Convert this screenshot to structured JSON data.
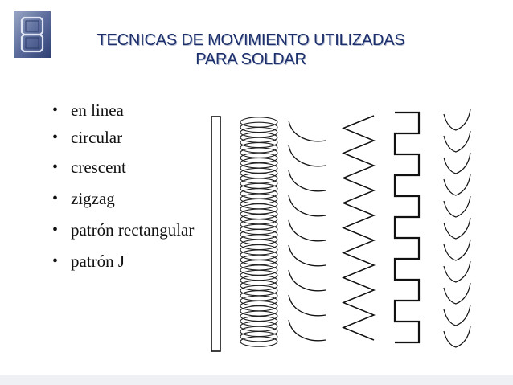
{
  "slide": {
    "title_line1": "TECNICAS DE MOVIMIENTO UTILIZADAS",
    "title_line2": "PARA SOLDAR",
    "bullets": [
      "en linea",
      "circular",
      "crescent",
      "zigzag",
      "patrón rectangular",
      "patrón J"
    ],
    "logo_icon": "segment-digit-8-icon",
    "illustration_icons": [
      "straight-line-pattern-icon",
      "circular-pattern-icon",
      "crescent-pattern-icon",
      "zigzag-pattern-icon",
      "rectangular-pattern-icon",
      "j-pattern-icon"
    ],
    "colors": {
      "title": "#1c2f6b",
      "logo": "#4a5e91",
      "ink": "#111111"
    }
  }
}
